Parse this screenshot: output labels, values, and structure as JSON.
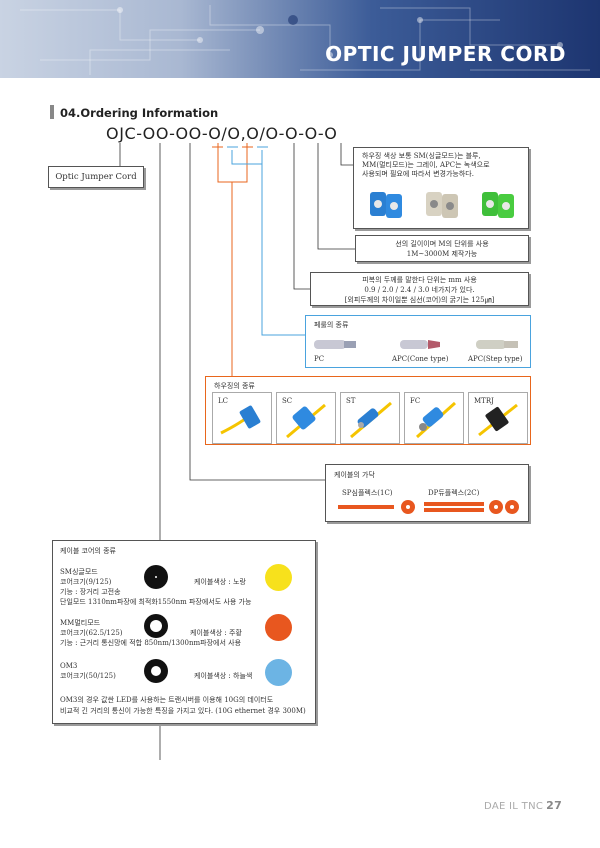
{
  "header": {
    "title": "OPTIC JUMPER CORD"
  },
  "section": {
    "title": "04.Ordering Information"
  },
  "code": {
    "prefix": "OJC",
    "parts": [
      "-",
      "OO",
      "-",
      "OO",
      "-",
      "O/O",
      ",",
      "O/O",
      "-",
      "O",
      "-",
      "O",
      "-",
      "O"
    ]
  },
  "ojc_label": "Optic Jumper Cord",
  "housing_color": {
    "lines": [
      "하우징 색상 보통 SM(싱글모드)는 블루,",
      "MM(멀티모드)는 그레이,  APC는 녹색으로",
      "사용되며 필요에 따라서 변경가능하다."
    ]
  },
  "length": {
    "lines": [
      "선의 길이이며 M의 단위를 사용",
      "1M~3000M 제작가능"
    ]
  },
  "sheath": {
    "lines": [
      "피복의 두께를 말한다  단위는 mm 사용",
      "0.9 / 2.0 / 2.4 / 3.0 네가지가 있다.",
      "[외피두께의 차이일뿐 심선(코어)의 굵기는 125㎛]"
    ]
  },
  "ferrule": {
    "title": "페룰의 종류",
    "items": [
      "PC",
      "APC(Cone type)",
      "APC(Step type)"
    ]
  },
  "housing_type": {
    "title": "하우징의 종류",
    "items": [
      "LC",
      "SC",
      "ST",
      "FC",
      "MTRJ"
    ]
  },
  "cable_type": {
    "title": "케이블의 가닥",
    "items": [
      "SP심플렉스(1C)",
      "DP듀플렉스(2C)"
    ]
  },
  "core": {
    "title": "케이블 코어의 종류",
    "sm": {
      "name": "SM싱글모드",
      "line1": "코어크기(9/125)",
      "line2": "기능 : 장거리 고전송",
      "line3": "단일모드 1310nm파장에 최적화1550nm 파장에서도 사용 가능",
      "color_label": "케이블색상 : 노랑"
    },
    "mm": {
      "name": "MM멀티모드",
      "line1": "코어크기(62.5/125)",
      "line2": "기능 : 근거리 통신망에 적합 850nm/1300nm파장에서 사용",
      "color_label": "케이블색상 : 주황"
    },
    "om3": {
      "name": "OM3",
      "line1": "코어크기(50/125)",
      "color_label": "케이블색상 : 하늘색"
    },
    "note1": "OM3의 경우 값싼 LED를 사용하는 트랜시버를 이용해 10G의 데이터도",
    "note2": "비교적 긴 거리의 통신이 가능한 특징을 가지고 있다. (10G ethernet 경우 300M)"
  },
  "colors": {
    "yellow": "#f7e11c",
    "orange": "#e8571f",
    "skyblue": "#6cb4e4",
    "bracket_orange": "#e8661c",
    "bracket_blue": "#4aa3de"
  },
  "footer": {
    "brand": "DAE IL TNC",
    "page": "27"
  }
}
